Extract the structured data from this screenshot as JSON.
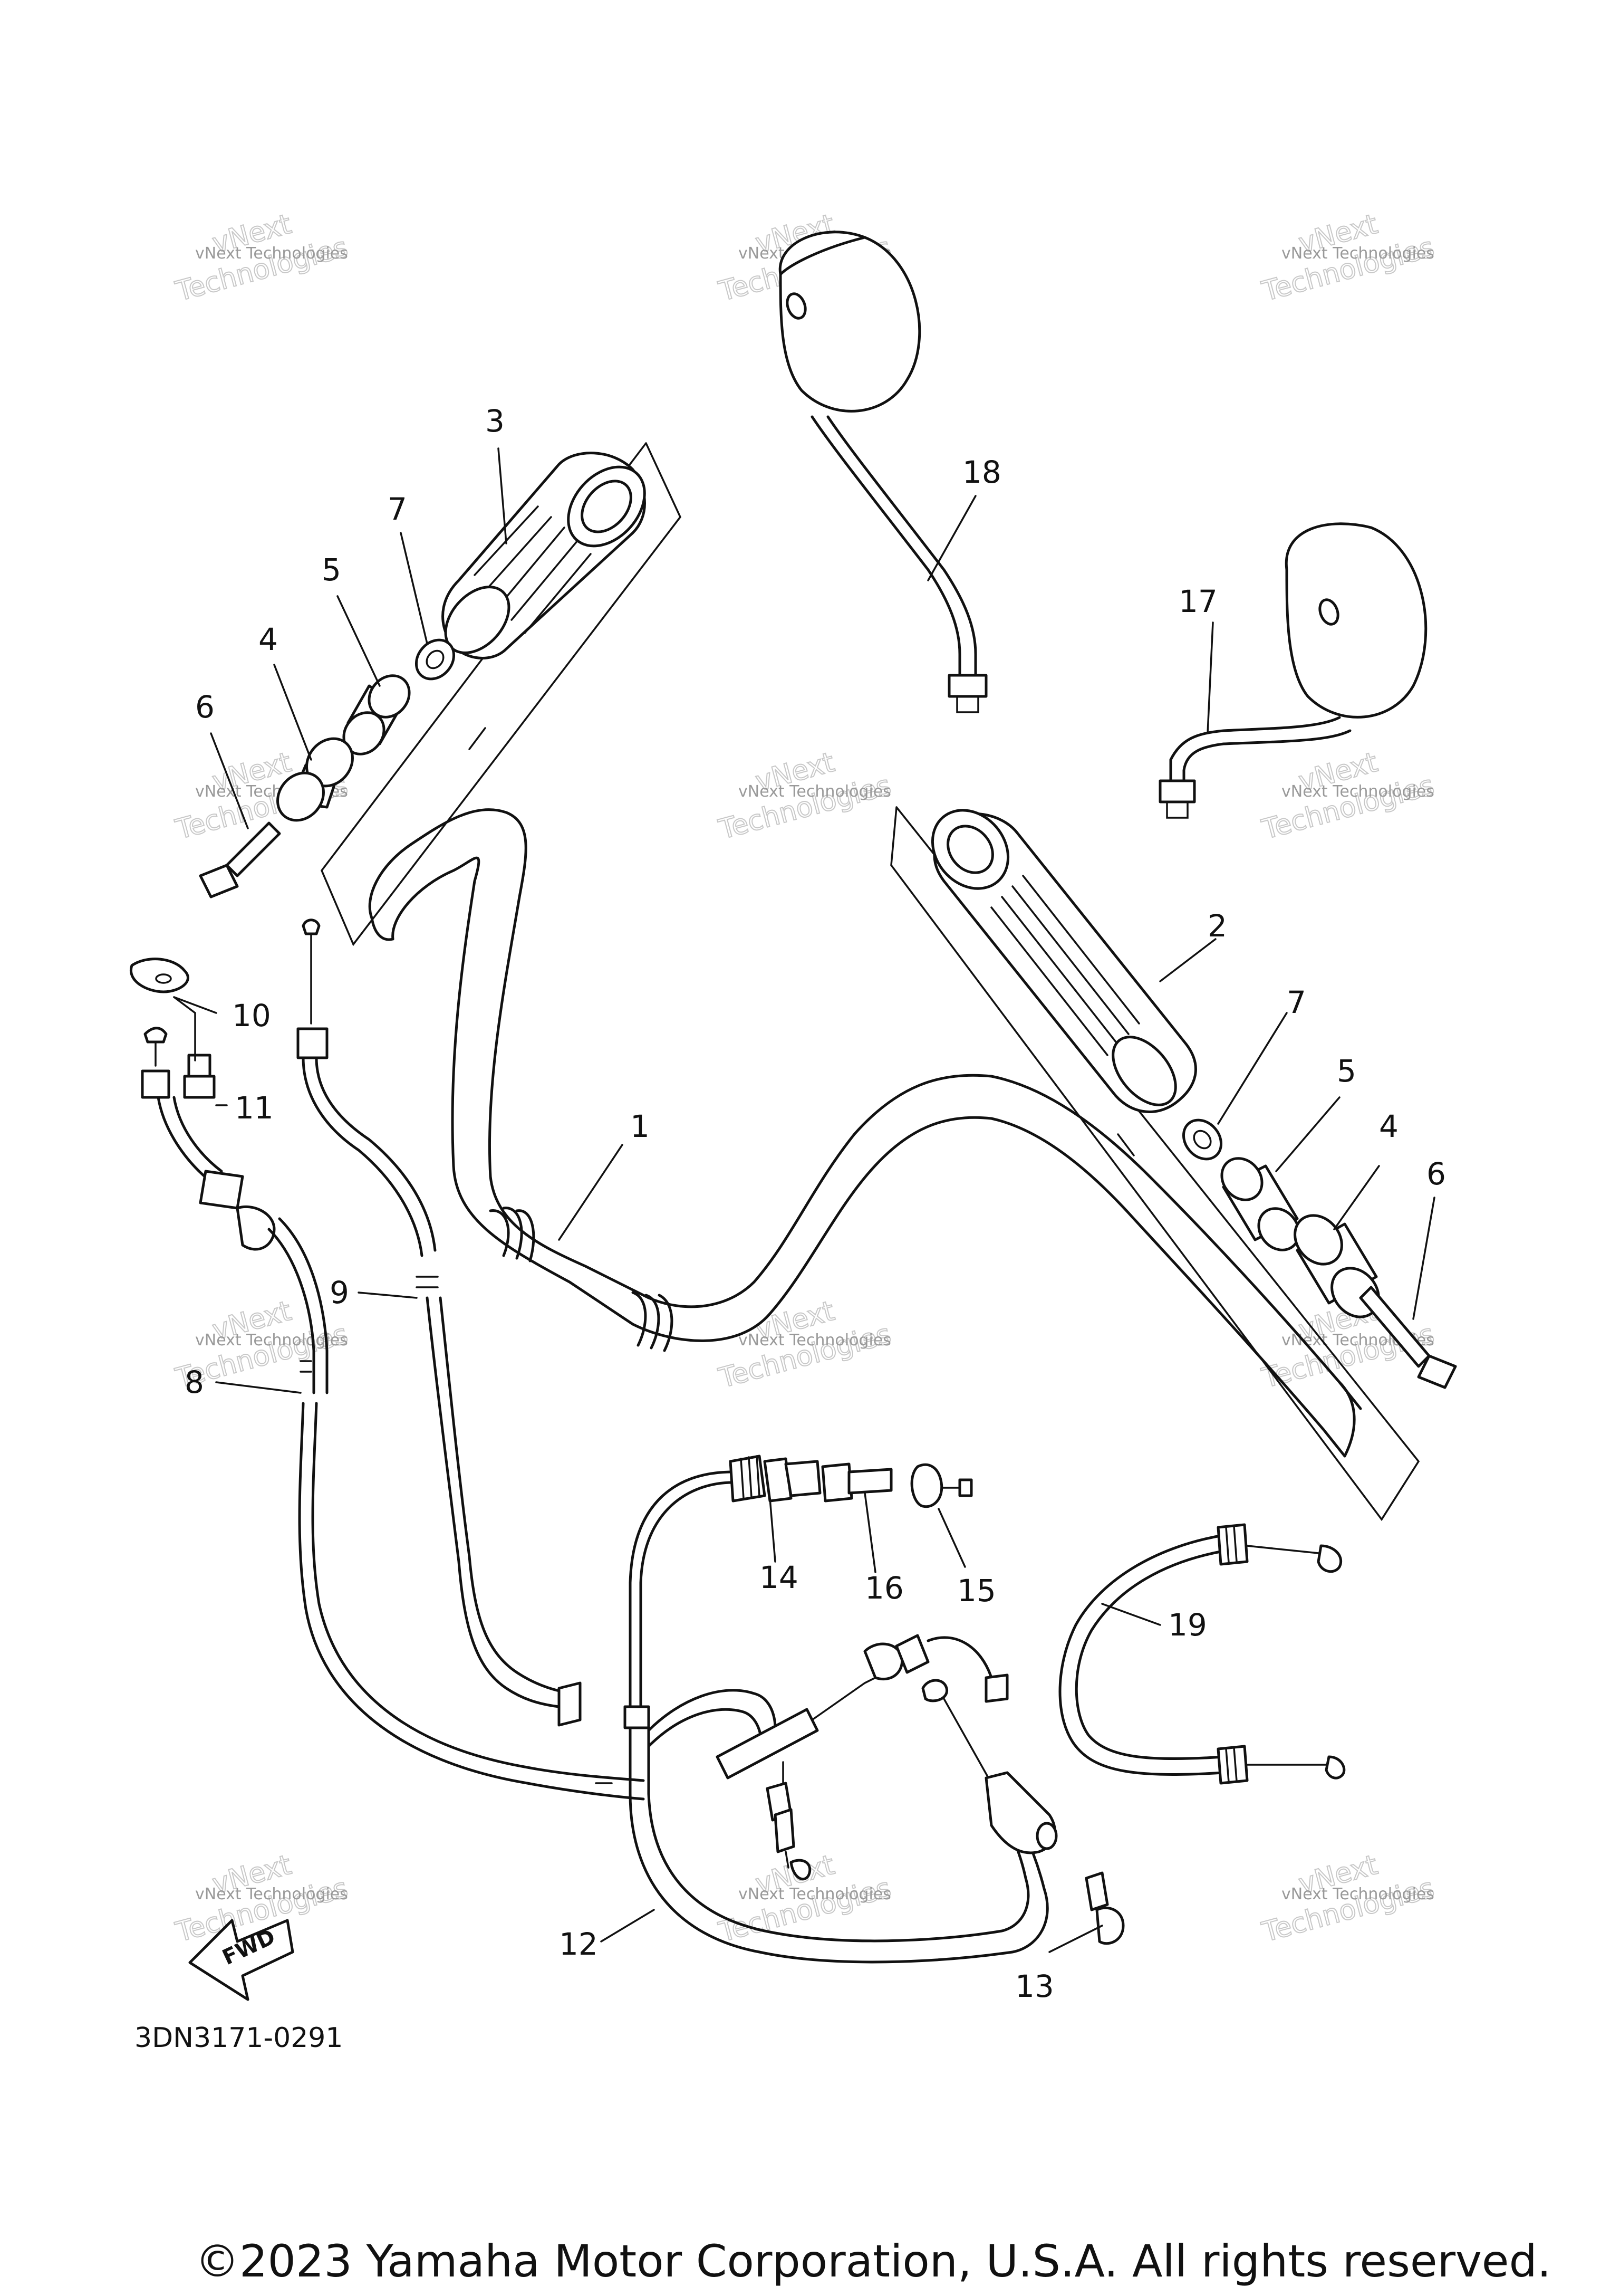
{
  "diagram_code": "3DN3171-0291",
  "copyright": "©2023 Yamaha Motor Corporation, U.S.A. All rights reserved.",
  "fwd_label": "FWD",
  "watermark": {
    "line1": "vNext Technologies",
    "line2": "vNext",
    "line3": "Technologies"
  },
  "callouts": {
    "c1": "1",
    "c2": "2",
    "c3": "3",
    "c4a": "4",
    "c4b": "4",
    "c5a": "5",
    "c5b": "5",
    "c6a": "6",
    "c6b": "6",
    "c7a": "7",
    "c7b": "7",
    "c8": "8",
    "c9": "9",
    "c10": "10",
    "c11": "11",
    "c12": "12",
    "c13": "13",
    "c14": "14",
    "c15": "15",
    "c16": "16",
    "c17": "17",
    "c18": "18",
    "c19": "19"
  }
}
